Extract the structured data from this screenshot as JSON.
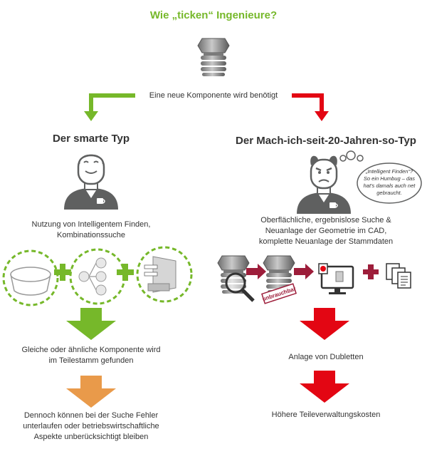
{
  "title": "Wie „ticken“ Ingenieure?",
  "subtitle": "Eine neue Komponente wird benötigt",
  "colors": {
    "green": "#76b82a",
    "red": "#e30613",
    "orange": "#e99a4a",
    "grey": "#5f6060"
  },
  "left": {
    "heading": "Der smarte Typ",
    "description_1": "Nutzung von Intelligentem Finden,",
    "description_2": "Kombinationssuche",
    "result_1": "Gleiche oder ähnliche Komponente wird",
    "result_2": "im Teilestamm gefunden",
    "caveat_1": "Dennoch können bei der Suche Fehler",
    "caveat_2": "unterlaufen oder betriebswirtschaftliche",
    "caveat_3": "Aspekte unberücksichtigt bleiben"
  },
  "right": {
    "heading": "Der Mach-ich-seit-20-Jahren-so-Typ",
    "thought_1": "„Intelligent Finden“?",
    "thought_2": "So ein Humbug – das",
    "thought_3": "hat's damals auch net",
    "thought_4": "gebraucht.",
    "description_1": "Oberflächliche, ergebnislose Suche &",
    "description_2": "Neuanlage der Geometrie im CAD,",
    "description_3": "komplette Neuanlage der Stammdaten",
    "stamp": "unbrauchbar",
    "result": "Anlage von Dubletten",
    "consequence": "Höhere Teileverwaltungskosten"
  }
}
